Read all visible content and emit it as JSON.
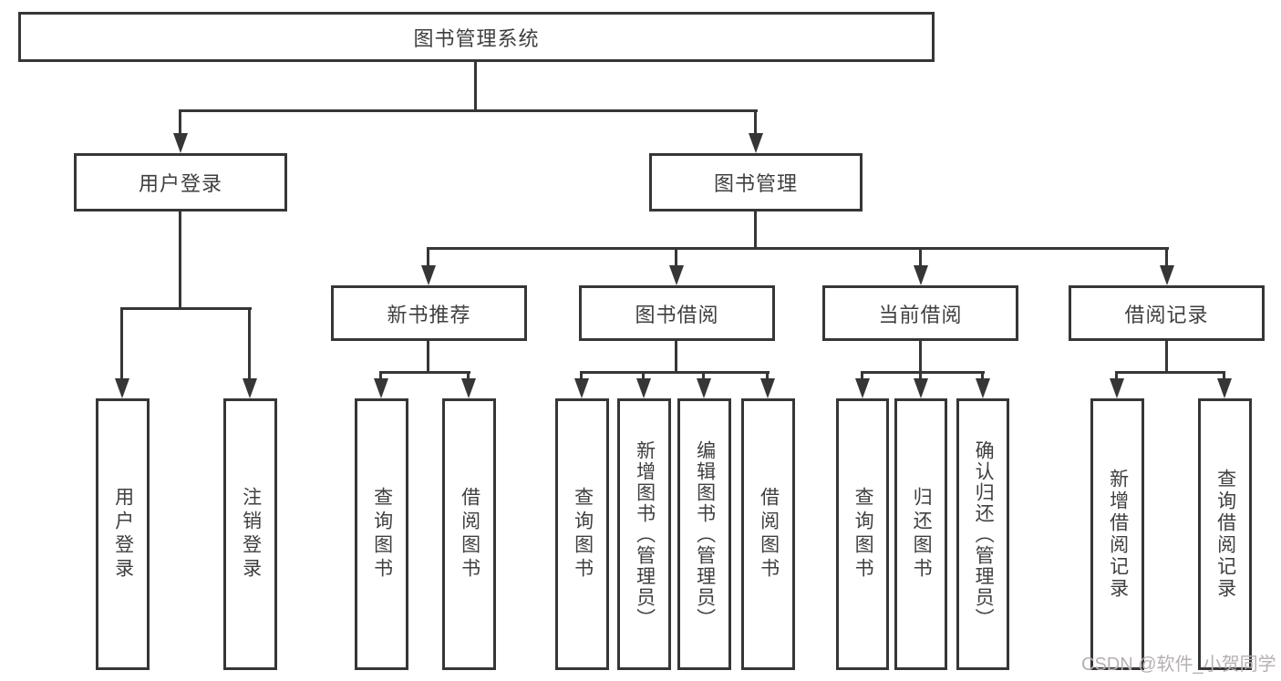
{
  "tree": {
    "root": "图书管理系统",
    "branches": [
      {
        "label": "用户登录",
        "children": [
          "用户登录",
          "注销登录"
        ]
      },
      {
        "label": "图书管理",
        "children": [
          {
            "label": "新书推荐",
            "children": [
              "查询图书",
              "借阅图书"
            ]
          },
          {
            "label": "图书借阅",
            "children": [
              "查询图书",
              "新增图书（管理员）",
              "编辑图书（管理员）",
              "借阅图书"
            ]
          },
          {
            "label": "当前借阅",
            "children": [
              "查询图书",
              "归还图书",
              "确认归还（管理员）"
            ]
          },
          {
            "label": "借阅记录",
            "children": [
              "新增借阅记录",
              "查询借阅记录"
            ]
          }
        ]
      }
    ]
  },
  "watermark": {
    "text": "CSDN @软件_小贺同学"
  },
  "colors": {
    "line": "#363636",
    "text": "#3f3f3f",
    "watermark": "#b7b0b0",
    "background": "#ffffff"
  }
}
